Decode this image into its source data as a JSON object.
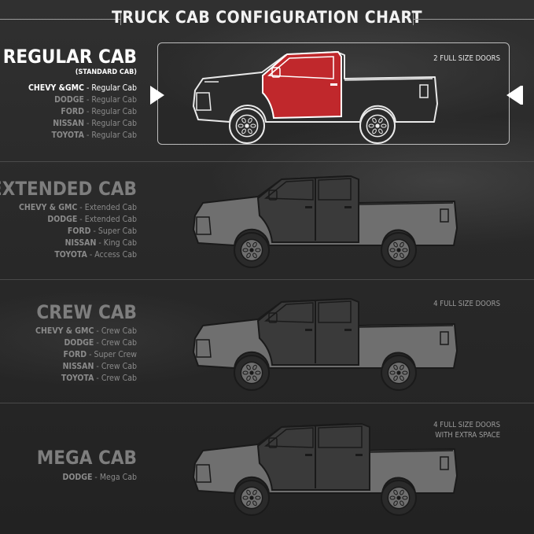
{
  "title": "TRUCK CAB CONFIGURATION CHART",
  "colors": {
    "accent_red": "#c0282c",
    "active_text": "#ffffff",
    "inactive_text": "#808080",
    "background": "#2a2a2a"
  },
  "sections": [
    {
      "name": "REGULAR CAB",
      "subtitle": "(STANDARD CAB)",
      "doors": [
        "2 FULL SIZE DOORS"
      ],
      "selected": true,
      "makes": [
        {
          "brand": "CHEVY &GMC",
          "sep": " - ",
          "model": "Regular Cab"
        },
        {
          "brand": "DODGE",
          "sep": " - ",
          "model": "Regular Cab"
        },
        {
          "brand": "FORD",
          "sep": " - ",
          "model": "Regular Cab"
        },
        {
          "brand": "NISSAN",
          "sep": " - ",
          "model": "Regular Cab"
        },
        {
          "brand": "TOYOTA",
          "sep": " - ",
          "model": "Regular Cab"
        }
      ]
    },
    {
      "name": "EXTENDED CAB",
      "subtitle": "",
      "doors": [],
      "selected": false,
      "makes": [
        {
          "brand": "CHEVY & GMC",
          "sep": " - ",
          "model": "Extended Cab"
        },
        {
          "brand": "DODGE",
          "sep": " - ",
          "model": "Extended Cab"
        },
        {
          "brand": "FORD",
          "sep": " - ",
          "model": "Super Cab"
        },
        {
          "brand": "NISSAN",
          "sep": " - ",
          "model": "King Cab"
        },
        {
          "brand": "TOYOTA",
          "sep": " - ",
          "model": "Access Cab"
        }
      ]
    },
    {
      "name": "CREW CAB",
      "subtitle": "",
      "doors": [
        "4 FULL SIZE DOORS"
      ],
      "selected": false,
      "makes": [
        {
          "brand": "CHEVY & GMC",
          "sep": " - ",
          "model": "Crew Cab"
        },
        {
          "brand": "DODGE",
          "sep": " - ",
          "model": "Crew Cab"
        },
        {
          "brand": "FORD",
          "sep": " - ",
          "model": "Super Crew"
        },
        {
          "brand": "NISSAN",
          "sep": " - ",
          "model": "Crew Cab"
        },
        {
          "brand": "TOYOTA",
          "sep": " - ",
          "model": "Crew Cab"
        }
      ]
    },
    {
      "name": "MEGA CAB",
      "subtitle": "",
      "doors": [
        "4 FULL SIZE DOORS",
        "WITH EXTRA SPACE"
      ],
      "selected": false,
      "makes": [
        {
          "brand": "DODGE",
          "sep": " - ",
          "model": "Mega Cab"
        }
      ]
    }
  ]
}
